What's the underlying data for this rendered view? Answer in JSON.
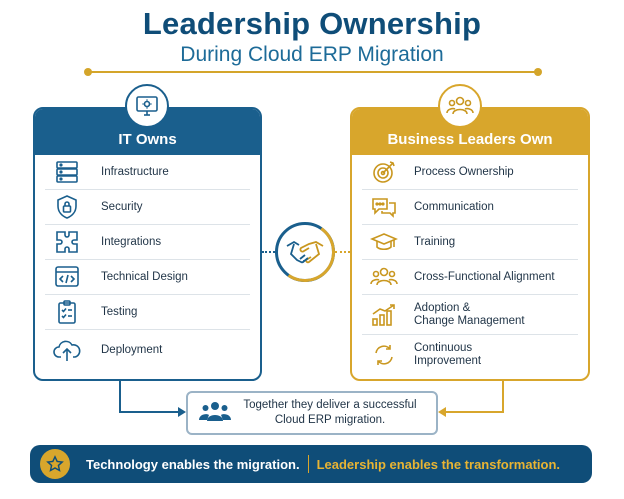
{
  "header": {
    "title": "Leadership Ownership",
    "subtitle": "During Cloud ERP Migration"
  },
  "it_panel": {
    "title": "IT Owns",
    "items": [
      {
        "label": "Infrastructure",
        "icon": "server-icon"
      },
      {
        "label": "Security",
        "icon": "shield-lock-icon"
      },
      {
        "label": "Integrations",
        "icon": "puzzle-icon"
      },
      {
        "label": "Technical Design",
        "icon": "code-window-icon"
      },
      {
        "label": "Testing",
        "icon": "clipboard-checklist-icon"
      },
      {
        "label": "Deployment",
        "icon": "cloud-upload-icon"
      }
    ]
  },
  "business_panel": {
    "title": "Business Leaders Own",
    "items": [
      {
        "label": "Process Ownership",
        "icon": "target-icon"
      },
      {
        "label": "Communication",
        "icon": "chat-bubbles-icon"
      },
      {
        "label": "Training",
        "icon": "graduation-cap-icon"
      },
      {
        "label": "Cross-Functional Alignment",
        "icon": "team-icon"
      },
      {
        "label": "Adoption &",
        "label2": "Change Management",
        "icon": "growth-chart-icon"
      },
      {
        "label": "Continuous",
        "label2": "Improvement",
        "icon": "cycle-arrows-icon"
      }
    ]
  },
  "together": {
    "line1": "Together they deliver a successful",
    "line2": "Cloud ERP migration."
  },
  "banner": {
    "left": "Technology enables the migration.",
    "right": "Leadership enables the transformation."
  },
  "colors": {
    "navy": "#0f4d78",
    "blue": "#1a5f8d",
    "gold": "#d8a62c"
  }
}
